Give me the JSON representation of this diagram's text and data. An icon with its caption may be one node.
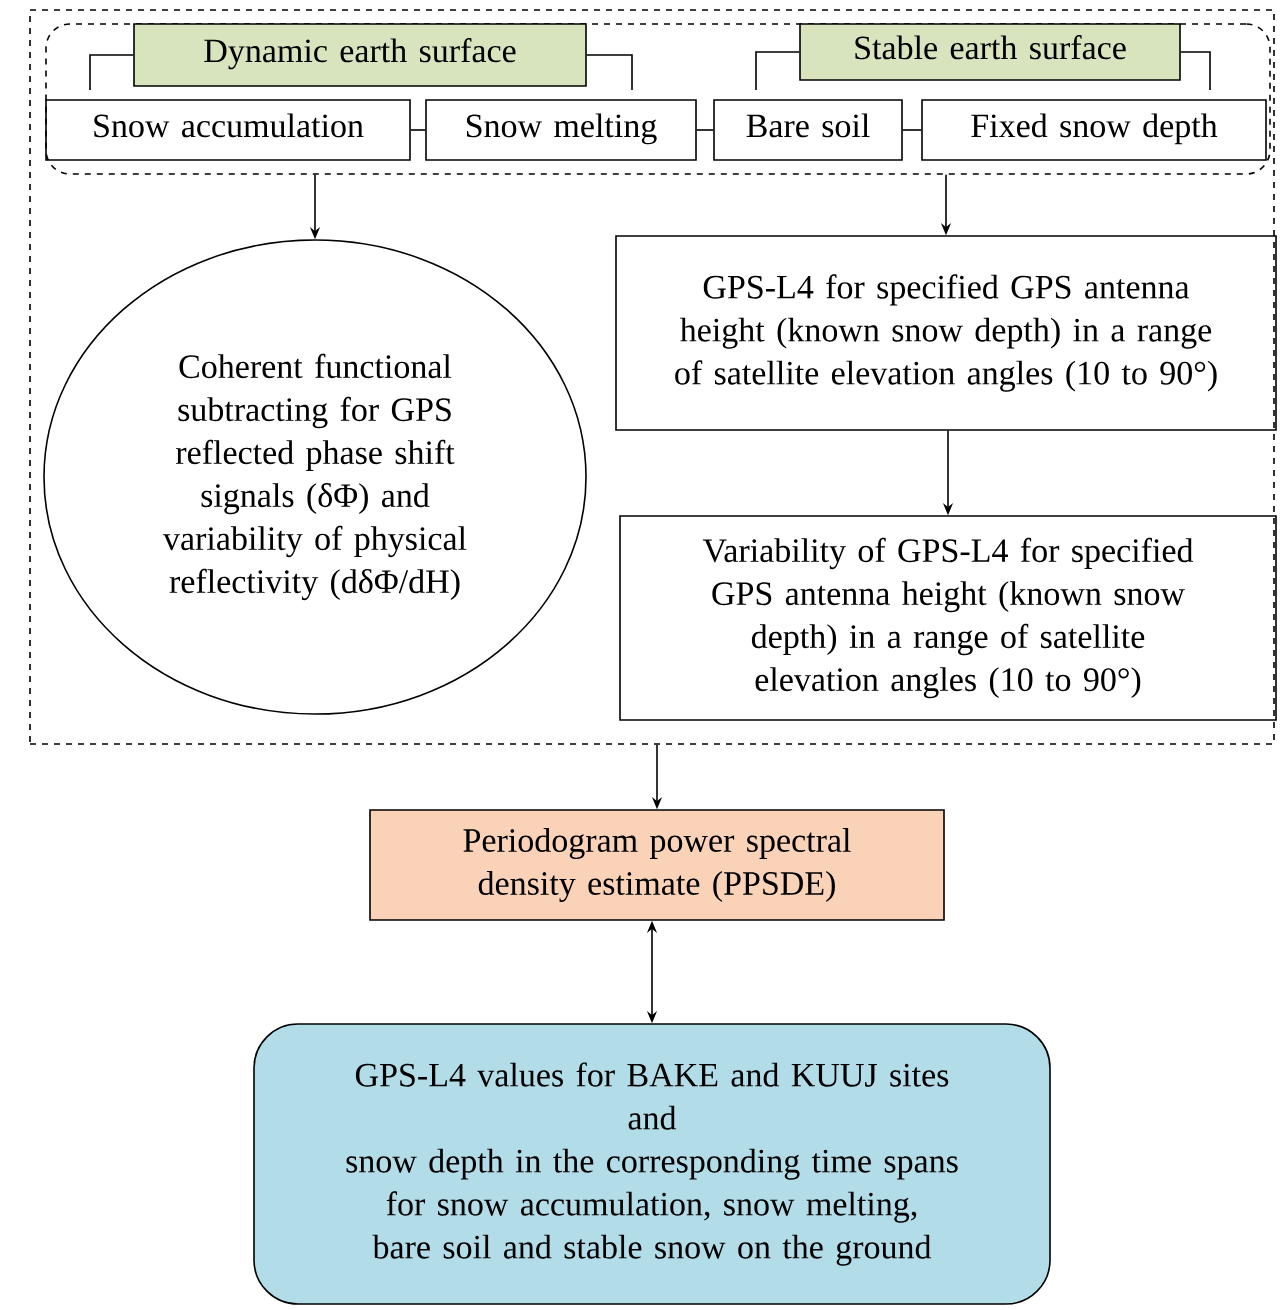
{
  "diagram": {
    "nodes": [
      {
        "text": [],
        "shape": "box"
      },
      {
        "text": [],
        "shape": "box",
        "in": 0
      },
      {
        "text": [
          "Dynamic earth surface"
        ],
        "in": 1
      },
      {
        "text": [
          "Stable earth surface"
        ],
        "in": 1
      },
      {
        "text": [
          "Snow accumulation"
        ],
        "in": 1
      },
      {
        "text": [
          "Snow melting"
        ],
        "in": 1
      },
      {
        "text": [
          "Bare soil"
        ],
        "in": 1
      },
      {
        "text": [
          "Fixed snow depth"
        ],
        "in": 1
      },
      {
        "text": [
          "Coherent functional subtracting for GPS reflected phase shift signals (δΦ) and variability of physical reflectivity (dδΦ/dH)"
        ],
        "in": 0
      },
      {
        "text": [
          "GPS-L4 for specified GPS antenna height (known snow depth) in a range of satellite elevation angles (10 to 90°)"
        ],
        "in": 0
      },
      {
        "text": [
          "Variability of GPS-L4 for specified GPS antenna height (known snow depth) in a range of satellite elevation angles (10 to 90°)"
        ],
        "in": 0
      },
      {
        "text": [
          "Periodogram power spectral density estimate (PPSDE)"
        ]
      },
      {
        "text": [
          "GPS-L4 values for BAKE and KUUJ sites",
          "and",
          "snow depth in the corresponding time spans for snow accumulation, snow melting, bare soil and stable snow on the ground"
        ]
      }
    ],
    "edges": [
      {
        "from": 2,
        "to": 4,
        "arrow": "none"
      },
      {
        "from": 2,
        "to": 5,
        "arrow": "none"
      },
      {
        "from": 3,
        "to": 6,
        "arrow": "none"
      },
      {
        "from": 3,
        "to": 7,
        "arrow": "none"
      },
      {
        "from": 4,
        "to": 5,
        "arrow": "none"
      },
      {
        "from": 5,
        "to": 6,
        "arrow": "none"
      },
      {
        "from": 6,
        "to": 7,
        "arrow": "none"
      },
      {
        "from": 1,
        "to": 8,
        "arrow": "to"
      },
      {
        "from": 1,
        "to": 9,
        "arrow": "to"
      },
      {
        "from": 9,
        "to": 10,
        "arrow": "to"
      },
      {
        "from": 0,
        "to": 11,
        "arrow": "to"
      },
      {
        "from": 11,
        "to": 12,
        "arrow": "both"
      }
    ]
  }
}
